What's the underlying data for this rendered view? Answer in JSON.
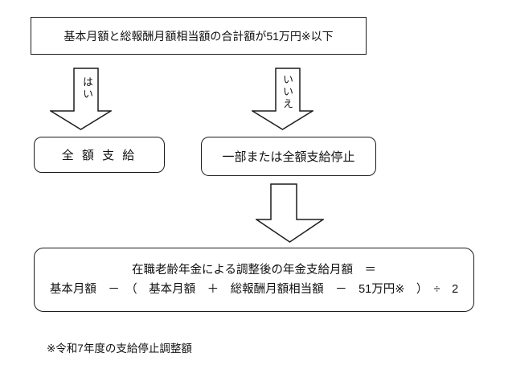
{
  "flowchart": {
    "condition_box": {
      "text": "基本月額と総報酬月額相当額の合計額が51万円※以下"
    },
    "branch_yes": {
      "arrow_label": "はい",
      "result_text": "全 額 支 給"
    },
    "branch_no": {
      "arrow_label": "いいえ",
      "result_text": "一部または全額支給停止"
    },
    "result_box": {
      "line1": "在職老齢年金による調整後の年金支給月額　＝",
      "line2": "基本月額　－　（　基本月額　＋　総報酬月額相当額　－　51万円※　）　÷　2"
    },
    "footnote": "※令和7年度の支給停止調整額"
  },
  "colors": {
    "line": "#1c1c1c",
    "text": "#111111",
    "background": "#ffffff"
  }
}
